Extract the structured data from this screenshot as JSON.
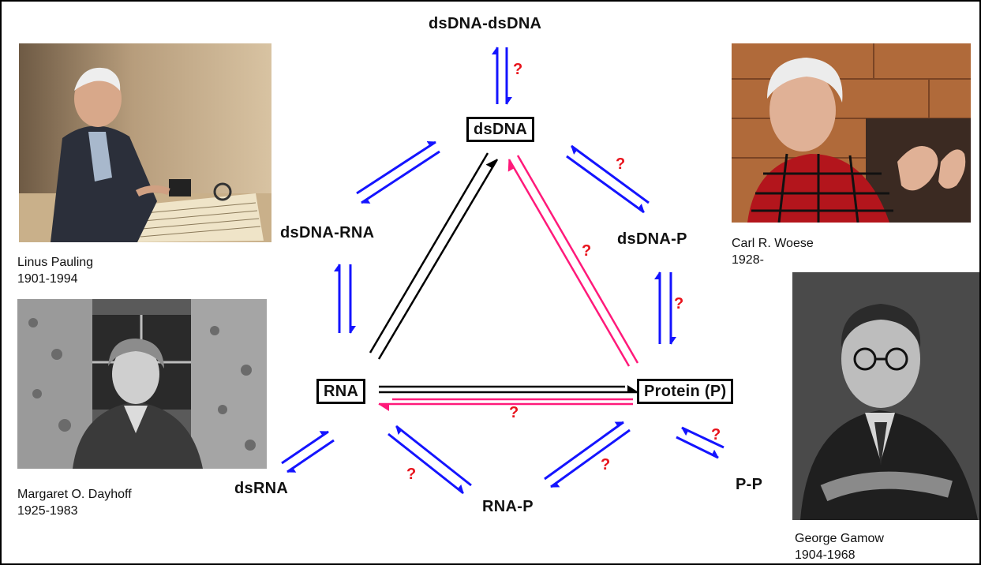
{
  "nodes": {
    "dsdna_dsdna": "dsDNA-dsDNA",
    "dsdna": "dsDNA",
    "dsdna_rna": "dsDNA-RNA",
    "dsdna_p": "dsDNA-P",
    "rna": "RNA",
    "protein": "Protein (P)",
    "dsrna": "dsRNA",
    "rna_p": "RNA-P",
    "p_p": "P-P"
  },
  "question_mark": "?",
  "colors": {
    "blue_arrow": "#1414ff",
    "pink_arrow": "#ff1a7a",
    "black_arrow": "#000000",
    "question": "#e8121b"
  },
  "portraits": [
    {
      "name": "Linus Pauling",
      "years": "1901-1994"
    },
    {
      "name": "Margaret O. Dayhoff",
      "years": "1925-1983"
    },
    {
      "name": "Carl R. Woese",
      "years": "1928-"
    },
    {
      "name": "George Gamow",
      "years": "1904-1968"
    }
  ]
}
